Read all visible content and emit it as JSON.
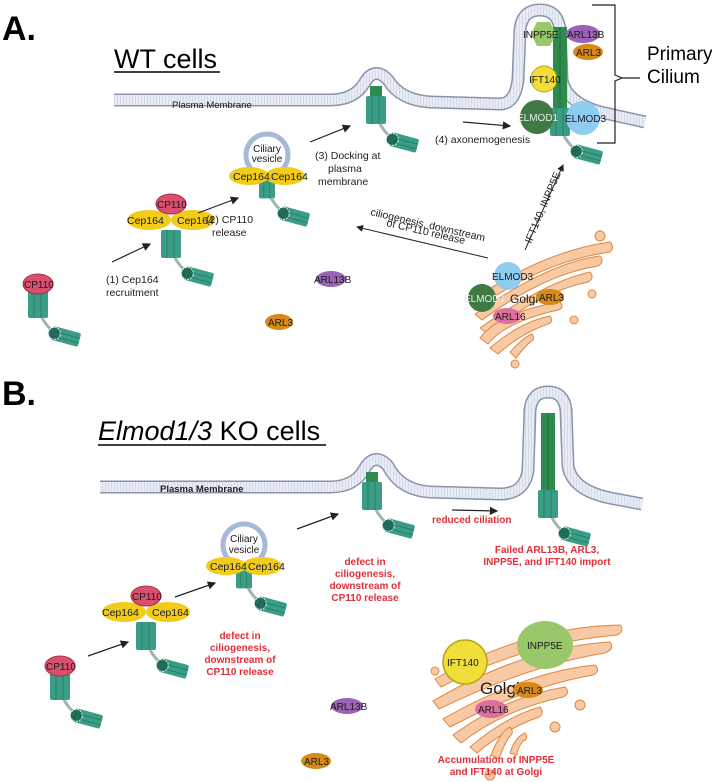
{
  "colors": {
    "membrane_fill": "#e4e9f3",
    "membrane_edge": "#8a93a8",
    "centriole": "#3a9e86",
    "axoneme": "#2e8b4e",
    "cp110": "#d8506e",
    "cep164": "#f2cc1a",
    "vesicle_ring": "#a9b8d8",
    "arl13b": "#9a63b5",
    "arl3": "#d98a16",
    "inpp5e": "#98c86a",
    "ift140": "#f0df3a",
    "elmod1": "#3f7a45",
    "elmod3": "#8fcdf0",
    "arl16": "#df6f9e",
    "golgi": "#f8c9a5",
    "golgi_edge": "#e0873f",
    "defect_text": "#e0303a"
  },
  "panel_a": {
    "letter": "A.",
    "title": "WT cells",
    "membrane_label": "Plasma Membrane",
    "cilium_label_line1": "Primary",
    "cilium_label_line2": "Cilium",
    "steps": {
      "step1_line1": "(1) Cep164",
      "step1_line2": "recruitment",
      "step2_line1": "(2) CP110",
      "step2_line2": "release",
      "step3_line1": "(3) Docking at",
      "step3_line2": "plasma",
      "step3_line3": "membrane",
      "step4": "(4) axonemogenesis"
    },
    "proteins": {
      "cp110": "CP110",
      "cep164": "Cep164",
      "vesicle_line1": "Ciliary",
      "vesicle_line2": "vesicle",
      "inpp5e": "INPP5E",
      "arl13b": "ARL13B",
      "arl3": "ARL3",
      "ift140": "IFT140",
      "elmod1": "ELMOD1",
      "elmod3": "ELMOD3",
      "arl16": "ARL16",
      "golgi": "Golgi"
    },
    "golgi_arrow_left_line1": "ciliogenesis, downstream",
    "golgi_arrow_left_line2": "of CP110 release",
    "golgi_arrow_up": "IFT140, INPP5E"
  },
  "panel_b": {
    "letter": "B.",
    "title_italic": "Elmod1/3",
    "title_rest": " KO cells",
    "membrane_label": "Plasma Membrane",
    "proteins": {
      "cp110": "CP110",
      "cep164": "Cep164",
      "vesicle_line1": "Ciliary",
      "vesicle_line2": "vesicle",
      "arl13b": "ARL13B",
      "arl3": "ARL3",
      "ift140": "IFT140",
      "inpp5e": "INPP5E",
      "arl16": "ARL16",
      "golgi": "Golgi"
    },
    "defect1": [
      "defect in",
      "ciliogenesis,",
      "downstream of",
      "CP110 release"
    ],
    "defect2": [
      "defect in",
      "ciliogenesis,",
      "downstream of",
      "CP110 release"
    ],
    "reduced": "reduced ciliation",
    "failed": [
      "Failed ARL13B, ARL3,",
      "INPP5E, and IFT140 import"
    ],
    "accumulation": [
      "Accumulation of INPP5E",
      "and IFT140 at Golgi"
    ]
  }
}
